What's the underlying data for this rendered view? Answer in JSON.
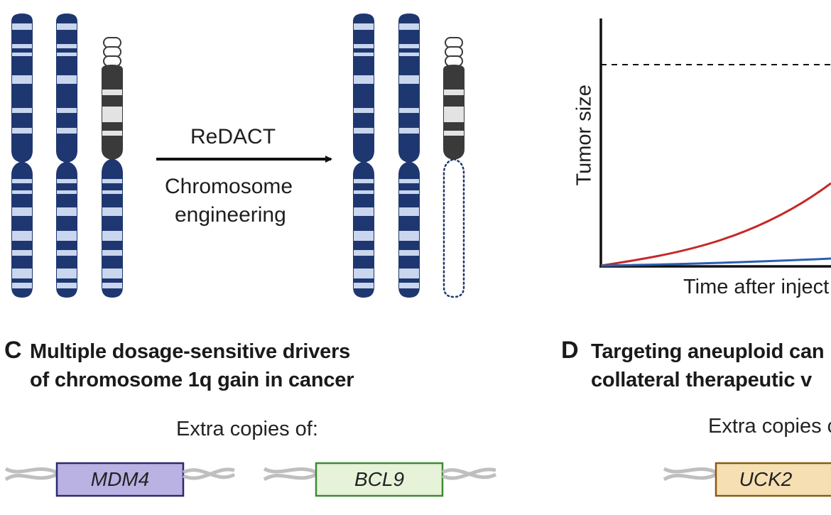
{
  "panel_a": {
    "arrow_label_top": "ReDACT",
    "arrow_label_bottom_line1": "Chromosome",
    "arrow_label_bottom_line2": "engineering"
  },
  "panel_b": {
    "ylabel": "Tumor size",
    "xlabel": "Time after inject",
    "colors": {
      "red_curve": "#c62828",
      "blue_curve": "#2a5fb0",
      "axis": "#111111"
    }
  },
  "panel_c": {
    "letter": "C",
    "title_line1": "Multiple dosage-sensitive drivers",
    "title_line2": "of chromosome 1q gain in cancer",
    "subtitle": "Extra copies of:",
    "genes": [
      {
        "name": "MDM4",
        "fill": "#b9b2e3",
        "stroke": "#2d2a6e"
      },
      {
        "name": "BCL9",
        "fill": "#e6f3d8",
        "stroke": "#3e8a34"
      }
    ]
  },
  "panel_d": {
    "letter": "D",
    "title_line1": "Targeting aneuploid can",
    "title_line2": "collateral therapeutic v",
    "subtitle": "Extra copies c",
    "genes": [
      {
        "name": "UCK2",
        "fill": "#f6dfb3",
        "stroke": "#8a5a14"
      }
    ]
  },
  "colors": {
    "chromosome_navy": "#1f3770",
    "chromosome_light": "#c9d6ee",
    "chromosome_dark": "#3a3a3a",
    "chromosome_grey": "#e3e3e3"
  }
}
